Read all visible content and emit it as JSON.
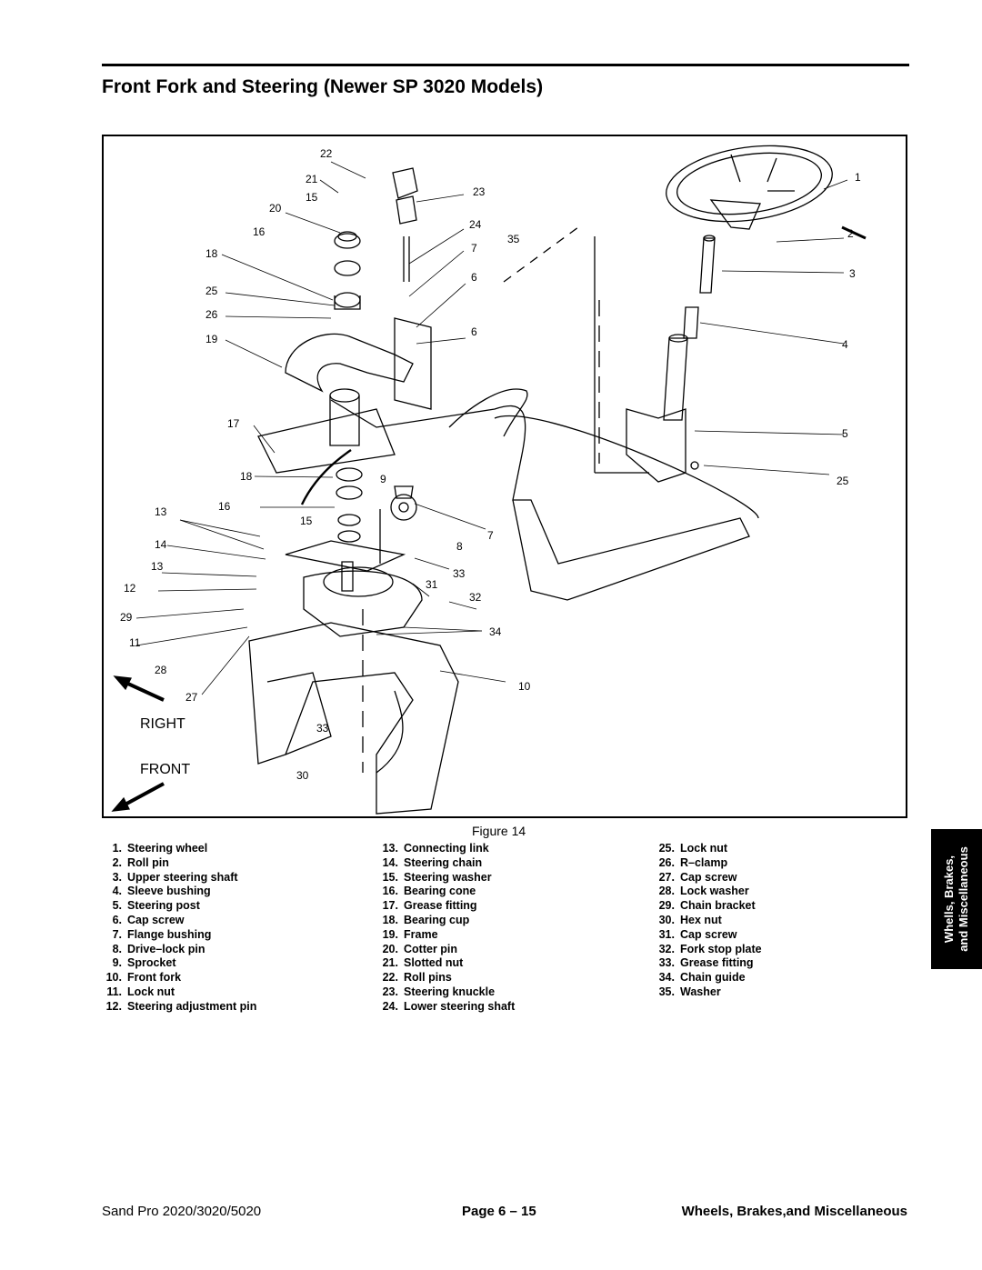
{
  "page": {
    "title": "Front Fork and Steering (Newer SP 3020 Models)"
  },
  "figure": {
    "caption": "Figure 14",
    "direction_labels": {
      "right": "RIGHT",
      "front": "FRONT"
    },
    "callouts": [
      "22",
      "21",
      "15",
      "20",
      "16",
      "18",
      "25",
      "26",
      "19",
      "17",
      "18",
      "16",
      "13",
      "15",
      "14",
      "13",
      "12",
      "29",
      "11",
      "28",
      "27",
      "33",
      "30",
      "9",
      "23",
      "24",
      "35",
      "7",
      "6",
      "6",
      "7",
      "8",
      "33",
      "31",
      "32",
      "34",
      "10",
      "1",
      "2",
      "3",
      "4",
      "5",
      "25"
    ]
  },
  "legend": {
    "col1": [
      {
        "num": "1.",
        "name": "Steering wheel"
      },
      {
        "num": "2.",
        "name": "Roll pin"
      },
      {
        "num": "3.",
        "name": "Upper steering shaft"
      },
      {
        "num": "4.",
        "name": "Sleeve bushing"
      },
      {
        "num": "5.",
        "name": "Steering post"
      },
      {
        "num": "6.",
        "name": "Cap screw"
      },
      {
        "num": "7.",
        "name": "Flange bushing"
      },
      {
        "num": "8.",
        "name": "Drive–lock pin"
      },
      {
        "num": "9.",
        "name": "Sprocket"
      },
      {
        "num": "10.",
        "name": "Front fork"
      },
      {
        "num": "11.",
        "name": "Lock nut"
      },
      {
        "num": "12.",
        "name": "Steering adjustment pin"
      }
    ],
    "col2": [
      {
        "num": "13.",
        "name": "Connecting link"
      },
      {
        "num": "14.",
        "name": "Steering chain"
      },
      {
        "num": "15.",
        "name": "Steering washer"
      },
      {
        "num": "16.",
        "name": "Bearing cone"
      },
      {
        "num": "17.",
        "name": "Grease fitting"
      },
      {
        "num": "18.",
        "name": "Bearing cup"
      },
      {
        "num": "19.",
        "name": "Frame"
      },
      {
        "num": "20.",
        "name": "Cotter pin"
      },
      {
        "num": "21.",
        "name": "Slotted nut"
      },
      {
        "num": "22.",
        "name": "Roll pins"
      },
      {
        "num": "23.",
        "name": "Steering knuckle"
      },
      {
        "num": "24.",
        "name": "Lower steering shaft"
      }
    ],
    "col3": [
      {
        "num": "25.",
        "name": "Lock nut"
      },
      {
        "num": "26.",
        "name": "R–clamp"
      },
      {
        "num": "27.",
        "name": "Cap screw"
      },
      {
        "num": "28.",
        "name": "Lock washer"
      },
      {
        "num": "29.",
        "name": "Chain bracket"
      },
      {
        "num": "30.",
        "name": "Hex nut"
      },
      {
        "num": "31.",
        "name": "Cap screw"
      },
      {
        "num": "32.",
        "name": "Fork stop plate"
      },
      {
        "num": "33.",
        "name": "Grease fitting"
      },
      {
        "num": "34.",
        "name": "Chain guide"
      },
      {
        "num": "35.",
        "name": "Washer"
      }
    ]
  },
  "side_tab": {
    "line1": "Whells, Brakes,",
    "line2": "and Miscellaneous"
  },
  "footer": {
    "left": "Sand Pro 2020/3020/5020",
    "center": "Page 6 – 15",
    "right": "Wheels, Brakes,and Miscellaneous"
  }
}
